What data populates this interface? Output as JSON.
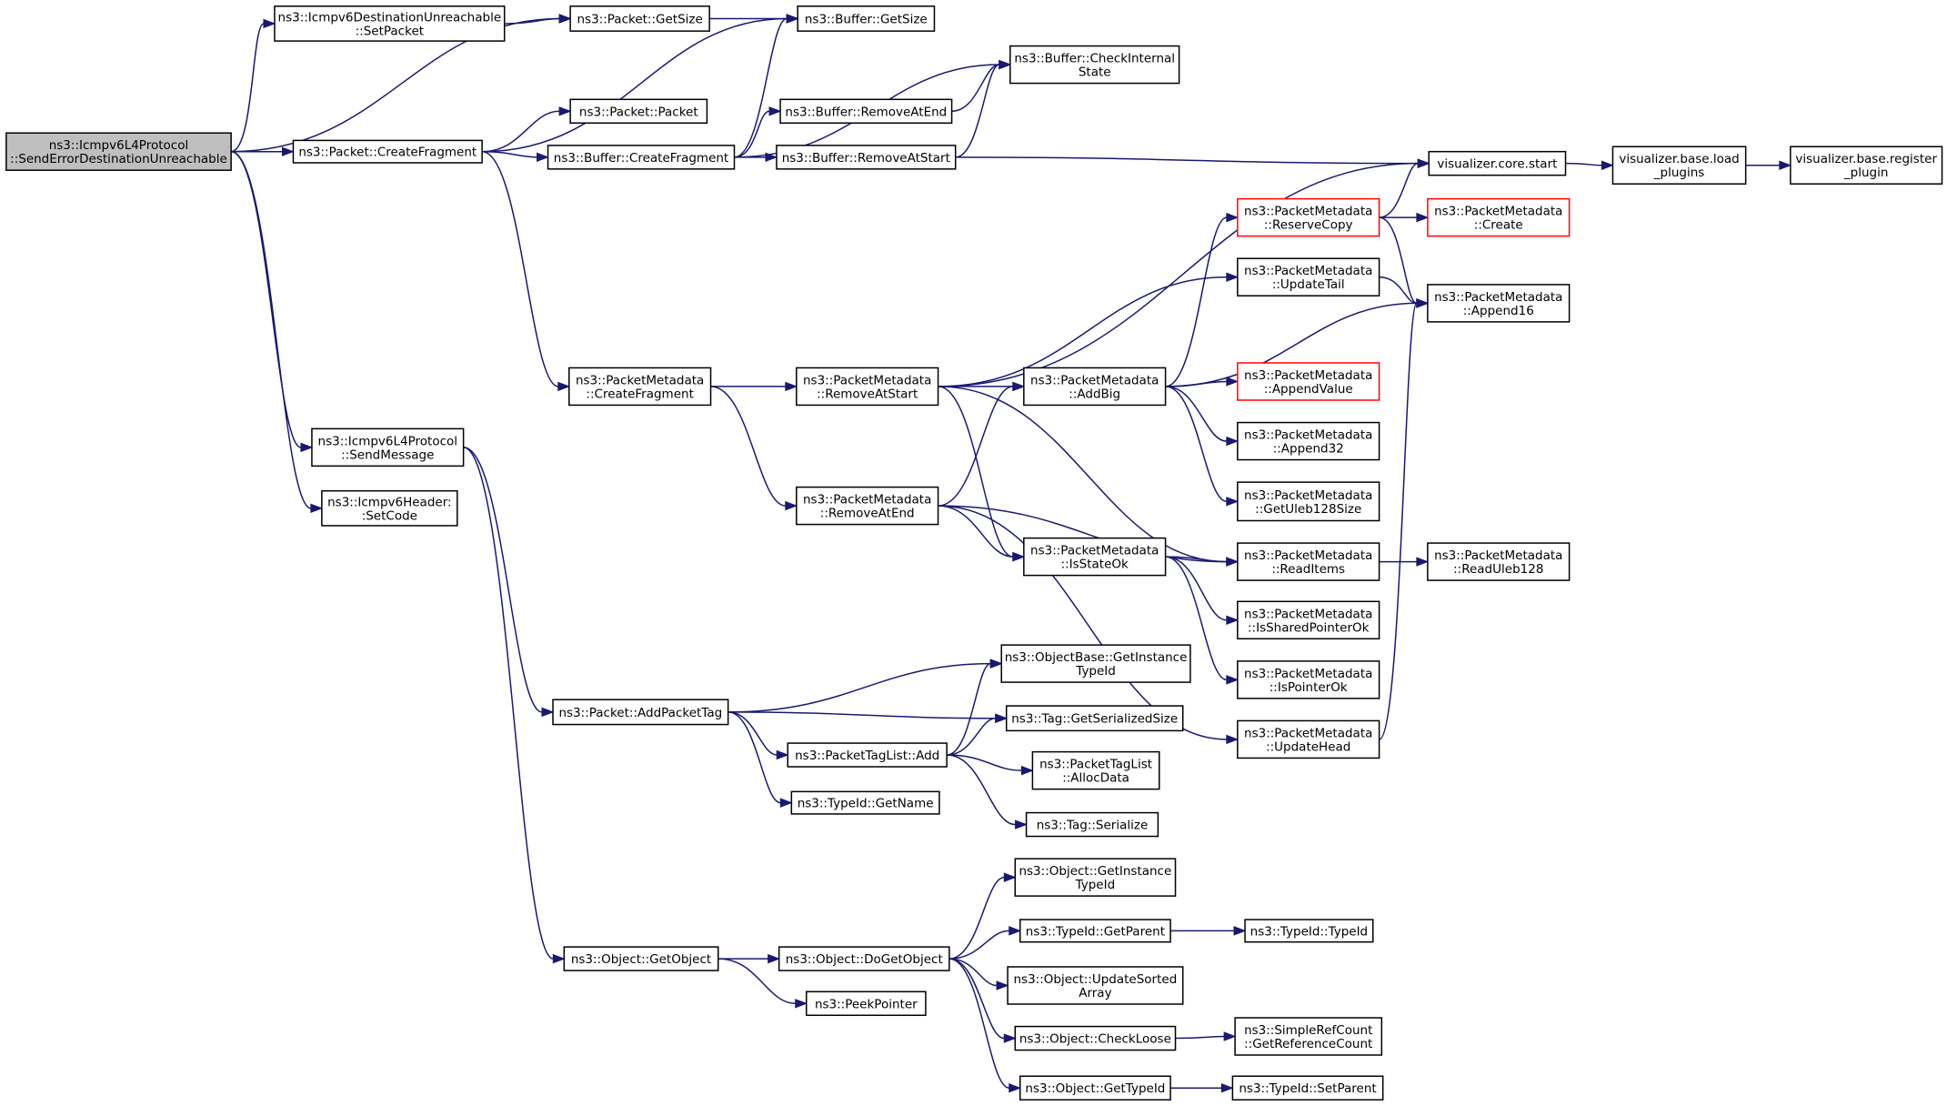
{
  "colors": {
    "edge": "#191970",
    "node_border": "#000000",
    "root_fill": "#bfbfbf",
    "red_border": "#ff0000"
  },
  "nodes": [
    {
      "id": "root",
      "lines": [
        "ns3::Icmpv6L4Protocol",
        "::SendErrorDestinationUnreachable"
      ],
      "style": "root"
    },
    {
      "id": "dest_setpacket",
      "lines": [
        "ns3::Icmpv6DestinationUnreachable",
        "::SetPacket"
      ]
    },
    {
      "id": "pkt_getsize",
      "lines": [
        "ns3::Packet::GetSize"
      ]
    },
    {
      "id": "buf_getsize",
      "lines": [
        "ns3::Buffer::GetSize"
      ]
    },
    {
      "id": "buf_check",
      "lines": [
        "ns3::Buffer::CheckInternal",
        "State"
      ]
    },
    {
      "id": "pkt_packet",
      "lines": [
        "ns3::Packet::Packet"
      ]
    },
    {
      "id": "buf_removeend",
      "lines": [
        "ns3::Buffer::RemoveAtEnd"
      ]
    },
    {
      "id": "pkt_createfrag",
      "lines": [
        "ns3::Packet::CreateFragment"
      ]
    },
    {
      "id": "buf_createfrag",
      "lines": [
        "ns3::Buffer::CreateFragment"
      ]
    },
    {
      "id": "buf_removestart",
      "lines": [
        "ns3::Buffer::RemoveAtStart"
      ]
    },
    {
      "id": "viz_start",
      "lines": [
        "visualizer.core.start"
      ]
    },
    {
      "id": "viz_load",
      "lines": [
        "visualizer.base.load",
        "_plugins"
      ]
    },
    {
      "id": "viz_register",
      "lines": [
        "visualizer.base.register",
        "_plugin"
      ]
    },
    {
      "id": "pm_reserve",
      "lines": [
        "ns3::PacketMetadata",
        "::ReserveCopy"
      ],
      "style": "red"
    },
    {
      "id": "pm_create",
      "lines": [
        "ns3::PacketMetadata",
        "::Create"
      ],
      "style": "red"
    },
    {
      "id": "pm_updatetail",
      "lines": [
        "ns3::PacketMetadata",
        "::UpdateTail"
      ]
    },
    {
      "id": "pm_append16",
      "lines": [
        "ns3::PacketMetadata",
        "::Append16"
      ]
    },
    {
      "id": "pm_createfrag",
      "lines": [
        "ns3::PacketMetadata",
        "::CreateFragment"
      ]
    },
    {
      "id": "pm_removestart",
      "lines": [
        "ns3::PacketMetadata",
        "::RemoveAtStart"
      ]
    },
    {
      "id": "pm_addbig",
      "lines": [
        "ns3::PacketMetadata",
        "::AddBig"
      ]
    },
    {
      "id": "pm_appendvalue",
      "lines": [
        "ns3::PacketMetadata",
        "::AppendValue"
      ],
      "style": "red"
    },
    {
      "id": "pm_append32",
      "lines": [
        "ns3::PacketMetadata",
        "::Append32"
      ]
    },
    {
      "id": "pm_uleb128size",
      "lines": [
        "ns3::PacketMetadata",
        "::GetUleb128Size"
      ]
    },
    {
      "id": "icmp_sendmsg",
      "lines": [
        "ns3::Icmpv6L4Protocol",
        "::SendMessage"
      ]
    },
    {
      "id": "icmp_setcode",
      "lines": [
        "ns3::Icmpv6Header:",
        ":SetCode"
      ]
    },
    {
      "id": "pm_removeend",
      "lines": [
        "ns3::PacketMetadata",
        "::RemoveAtEnd"
      ]
    },
    {
      "id": "pm_isstateok",
      "lines": [
        "ns3::PacketMetadata",
        "::IsStateOk"
      ]
    },
    {
      "id": "pm_readitems",
      "lines": [
        "ns3::PacketMetadata",
        "::ReadItems"
      ]
    },
    {
      "id": "pm_readuleb",
      "lines": [
        "ns3::PacketMetadata",
        "::ReadUleb128"
      ]
    },
    {
      "id": "pm_issharedptr",
      "lines": [
        "ns3::PacketMetadata",
        "::IsSharedPointerOk"
      ]
    },
    {
      "id": "pm_isptr",
      "lines": [
        "ns3::PacketMetadata",
        "::IsPointerOk"
      ]
    },
    {
      "id": "objbase_typeid",
      "lines": [
        "ns3::ObjectBase::GetInstance",
        "TypeId"
      ]
    },
    {
      "id": "pkt_addtag",
      "lines": [
        "ns3::Packet::AddPacketTag"
      ]
    },
    {
      "id": "tag_sersize",
      "lines": [
        "ns3::Tag::GetSerializedSize"
      ]
    },
    {
      "id": "pm_updatehead",
      "lines": [
        "ns3::PacketMetadata",
        "::UpdateHead"
      ]
    },
    {
      "id": "ptl_add",
      "lines": [
        "ns3::PacketTagList::Add"
      ]
    },
    {
      "id": "ptl_alloc",
      "lines": [
        "ns3::PacketTagList",
        "::AllocData"
      ]
    },
    {
      "id": "typeid_getname",
      "lines": [
        "ns3::TypeId::GetName"
      ]
    },
    {
      "id": "tag_serialize",
      "lines": [
        "ns3::Tag::Serialize"
      ]
    },
    {
      "id": "obj_typeid",
      "lines": [
        "ns3::Object::GetInstance",
        "TypeId"
      ]
    },
    {
      "id": "typeid_getparent",
      "lines": [
        "ns3::TypeId::GetParent"
      ]
    },
    {
      "id": "typeid_typeid",
      "lines": [
        "ns3::TypeId::TypeId"
      ]
    },
    {
      "id": "obj_getobject",
      "lines": [
        "ns3::Object::GetObject"
      ]
    },
    {
      "id": "obj_dogetobject",
      "lines": [
        "ns3::Object::DoGetObject"
      ]
    },
    {
      "id": "obj_updatesorted",
      "lines": [
        "ns3::Object::UpdateSorted",
        "Array"
      ]
    },
    {
      "id": "peekpointer",
      "lines": [
        "ns3::PeekPointer"
      ]
    },
    {
      "id": "obj_checkloose",
      "lines": [
        "ns3::Object::CheckLoose"
      ]
    },
    {
      "id": "src_getref",
      "lines": [
        "ns3::SimpleRefCount",
        "::GetReferenceCount"
      ]
    },
    {
      "id": "obj_gettypeid",
      "lines": [
        "ns3::Object::GetTypeId"
      ]
    },
    {
      "id": "typeid_setparent",
      "lines": [
        "ns3::TypeId::SetParent"
      ]
    }
  ],
  "edges": [
    [
      "root",
      "dest_setpacket"
    ],
    [
      "root",
      "pkt_getsize"
    ],
    [
      "root",
      "pkt_createfrag"
    ],
    [
      "root",
      "icmp_sendmsg"
    ],
    [
      "root",
      "icmp_setcode"
    ],
    [
      "dest_setpacket",
      "pkt_getsize"
    ],
    [
      "pkt_getsize",
      "buf_getsize"
    ],
    [
      "pkt_createfrag",
      "buf_getsize"
    ],
    [
      "pkt_createfrag",
      "pkt_packet"
    ],
    [
      "pkt_createfrag",
      "buf_createfrag"
    ],
    [
      "pkt_createfrag",
      "pm_createfrag"
    ],
    [
      "buf_createfrag",
      "buf_getsize"
    ],
    [
      "buf_createfrag",
      "buf_check"
    ],
    [
      "buf_createfrag",
      "buf_removeend"
    ],
    [
      "buf_createfrag",
      "buf_removestart"
    ],
    [
      "buf_removeend",
      "buf_check"
    ],
    [
      "buf_removestart",
      "buf_check"
    ],
    [
      "buf_removestart",
      "viz_start"
    ],
    [
      "viz_start",
      "viz_load"
    ],
    [
      "viz_load",
      "viz_register"
    ],
    [
      "pm_createfrag",
      "pm_removestart"
    ],
    [
      "pm_createfrag",
      "pm_removeend"
    ],
    [
      "pm_removestart",
      "viz_start"
    ],
    [
      "pm_removestart",
      "pm_updatetail"
    ],
    [
      "pm_removestart",
      "pm_addbig"
    ],
    [
      "pm_removestart",
      "pm_isstateok"
    ],
    [
      "pm_removestart",
      "pm_readitems"
    ],
    [
      "pm_addbig",
      "pm_reserve"
    ],
    [
      "pm_addbig",
      "pm_append16"
    ],
    [
      "pm_addbig",
      "pm_appendvalue"
    ],
    [
      "pm_addbig",
      "pm_append32"
    ],
    [
      "pm_addbig",
      "pm_uleb128size"
    ],
    [
      "pm_reserve",
      "viz_start"
    ],
    [
      "pm_reserve",
      "pm_create"
    ],
    [
      "pm_reserve",
      "pm_append16"
    ],
    [
      "pm_updatetail",
      "pm_append16"
    ],
    [
      "pm_removeend",
      "pm_addbig"
    ],
    [
      "pm_removeend",
      "pm_isstateok"
    ],
    [
      "pm_removeend",
      "pm_readitems"
    ],
    [
      "pm_removeend",
      "pm_updatehead"
    ],
    [
      "pm_isstateok",
      "pm_readitems"
    ],
    [
      "pm_isstateok",
      "pm_issharedptr"
    ],
    [
      "pm_isstateok",
      "pm_isptr"
    ],
    [
      "pm_readitems",
      "pm_readuleb"
    ],
    [
      "pm_updatehead",
      "pm_append16"
    ],
    [
      "icmp_sendmsg",
      "pkt_addtag"
    ],
    [
      "icmp_sendmsg",
      "obj_getobject"
    ],
    [
      "pkt_addtag",
      "objbase_typeid"
    ],
    [
      "pkt_addtag",
      "tag_sersize"
    ],
    [
      "pkt_addtag",
      "ptl_add"
    ],
    [
      "pkt_addtag",
      "typeid_getname"
    ],
    [
      "ptl_add",
      "objbase_typeid"
    ],
    [
      "ptl_add",
      "tag_sersize"
    ],
    [
      "ptl_add",
      "ptl_alloc"
    ],
    [
      "ptl_add",
      "tag_serialize"
    ],
    [
      "obj_getobject",
      "obj_dogetobject"
    ],
    [
      "obj_getobject",
      "peekpointer"
    ],
    [
      "obj_dogetobject",
      "obj_typeid"
    ],
    [
      "obj_dogetobject",
      "typeid_getparent"
    ],
    [
      "obj_dogetobject",
      "obj_updatesorted"
    ],
    [
      "obj_dogetobject",
      "obj_checkloose"
    ],
    [
      "obj_dogetobject",
      "obj_gettypeid"
    ],
    [
      "typeid_getparent",
      "typeid_typeid"
    ],
    [
      "obj_checkloose",
      "src_getref"
    ],
    [
      "obj_gettypeid",
      "typeid_setparent"
    ]
  ]
}
